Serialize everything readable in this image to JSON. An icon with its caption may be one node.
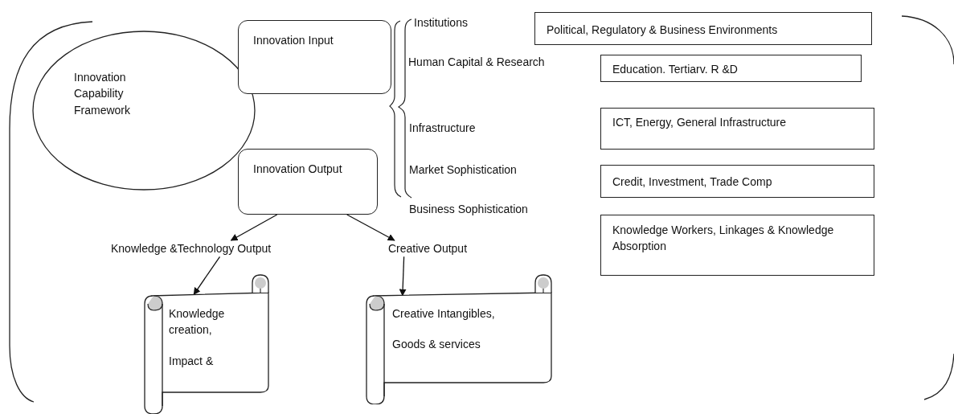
{
  "diagram": {
    "nodes": [
      {
        "text": [
          "Innovation Capability Framework"
        ]
      },
      {
        "text": [
          "Innovation Input"
        ]
      },
      {
        "text": [
          "Innovation Output"
        ]
      },
      {
        "text": [
          "Institutions"
        ]
      },
      {
        "text": [
          "Human Capital & Research"
        ]
      },
      {
        "text": [
          "Infrastructure"
        ]
      },
      {
        "text": [
          "Market Sophistication"
        ]
      },
      {
        "text": [
          "Business Sophistication"
        ]
      },
      {
        "text": [
          "Political, Regulatory & Business Environments"
        ]
      },
      {
        "text": [
          "Education. Tertiarv. R &D"
        ]
      },
      {
        "text": [
          "ICT, Energy, General Infrastructure"
        ]
      },
      {
        "text": [
          "Credit, Investment, Trade Comp"
        ]
      },
      {
        "text": [
          "Knowledge Workers, Linkages & Knowledge Absorption"
        ]
      },
      {
        "text": [
          "Knowledge &Technology Output"
        ]
      },
      {
        "text": [
          "Creative Output"
        ]
      },
      {
        "text": [
          "Knowledge creation,",
          "Impact &"
        ]
      },
      {
        "text": [
          "Creative Intangibles,",
          "Goods & services"
        ]
      }
    ],
    "edges": [
      {
        "from": 2,
        "to": 13,
        "arrow": "to"
      },
      {
        "from": 2,
        "to": 14,
        "arrow": "to"
      },
      {
        "from": 13,
        "to": 15,
        "arrow": "to"
      },
      {
        "from": 14,
        "to": 16,
        "arrow": "to"
      }
    ]
  }
}
